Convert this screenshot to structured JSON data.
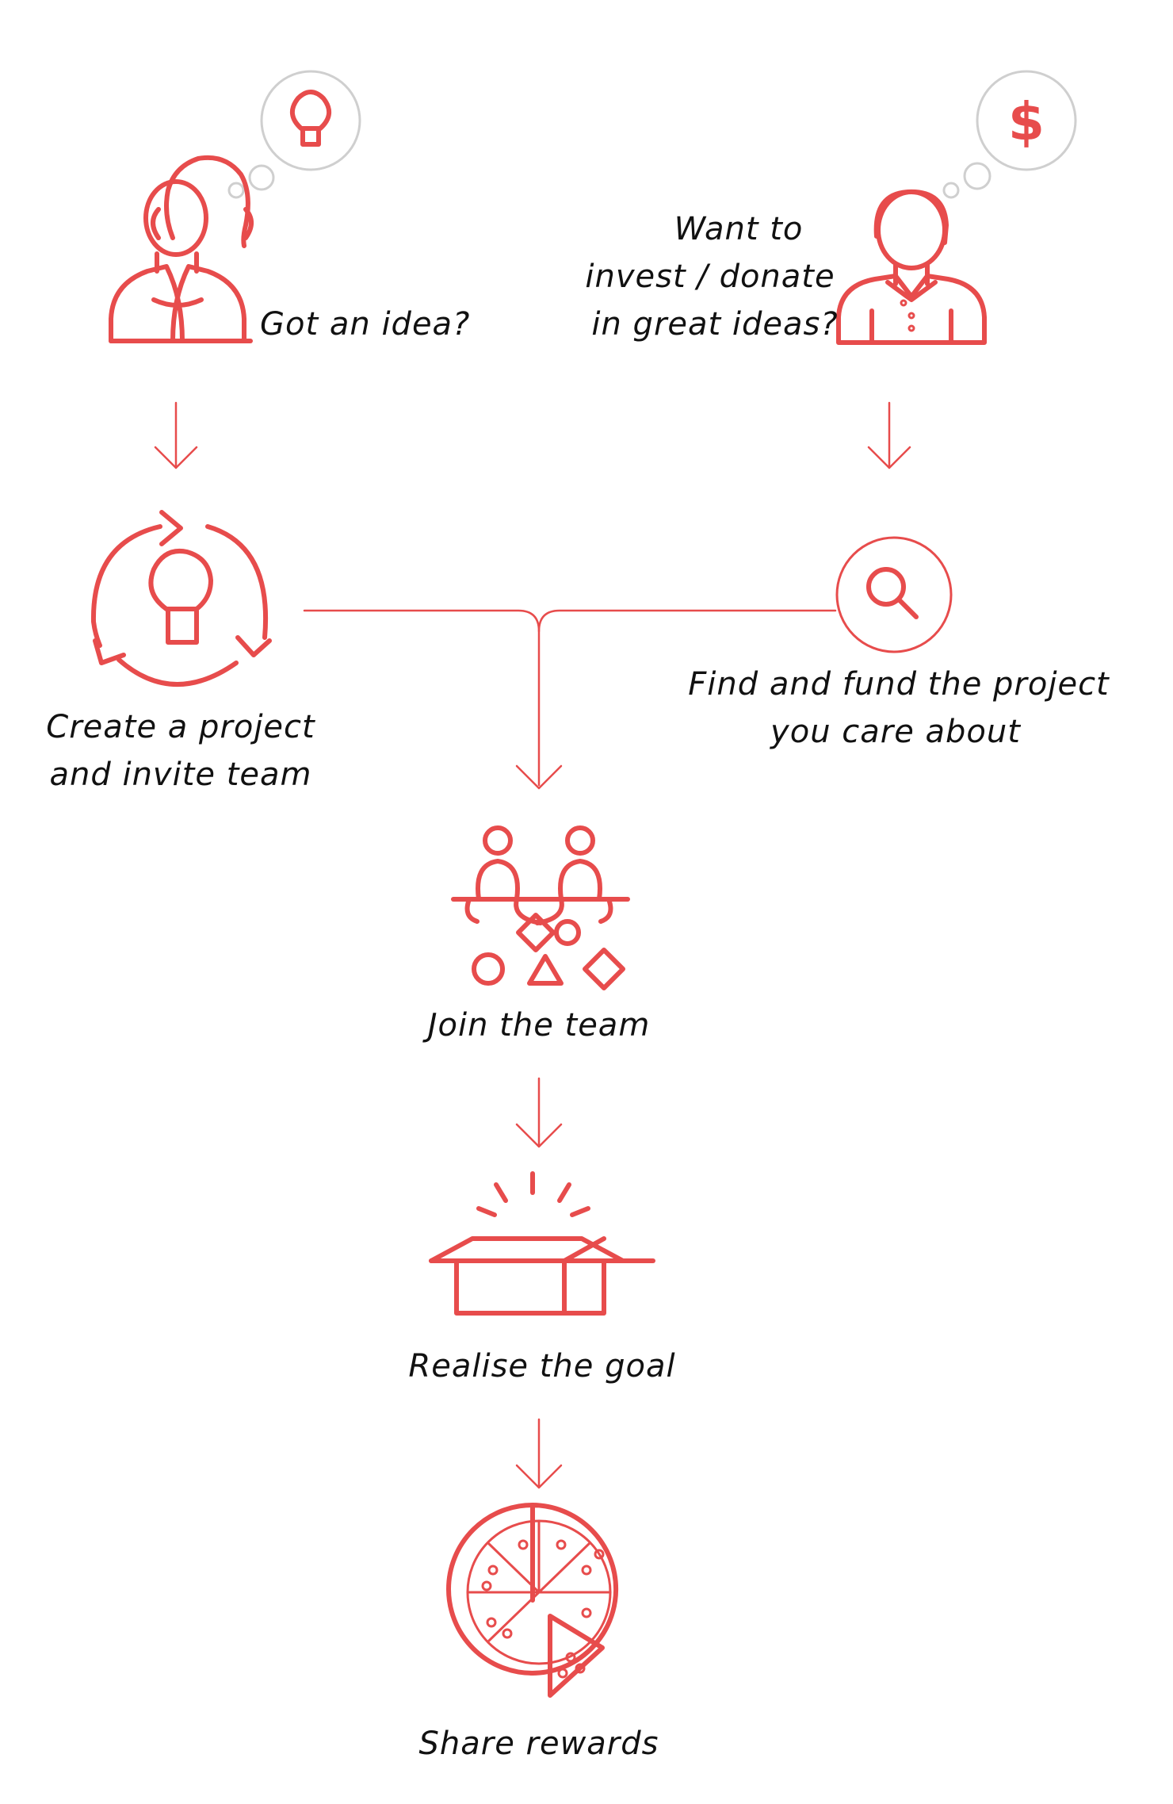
{
  "colors": {
    "accent": "#e74c4c",
    "bubble": "#cfcfcf",
    "text": "#111111"
  },
  "steps": {
    "idea": {
      "label": "Got an idea?",
      "icon": "woman-icon",
      "thought_icon": "lightbulb-icon"
    },
    "invest": {
      "label_lines": [
        "Want to",
        "invest / donate",
        "in great ideas?"
      ],
      "icon": "man-icon",
      "thought_icon": "dollar-icon"
    },
    "create": {
      "label_lines": [
        "Create a project",
        "and invite team"
      ],
      "icon": "cycle-lightbulb-icon"
    },
    "find": {
      "label_lines": [
        "Find and fund the project",
        "you care about"
      ],
      "icon": "magnifier-icon"
    },
    "join": {
      "label": "Join the team",
      "icon": "team-shapes-icon"
    },
    "realise": {
      "label": "Realise the goal",
      "icon": "open-box-icon"
    },
    "share": {
      "label": "Share rewards",
      "icon": "pizza-icon"
    }
  }
}
